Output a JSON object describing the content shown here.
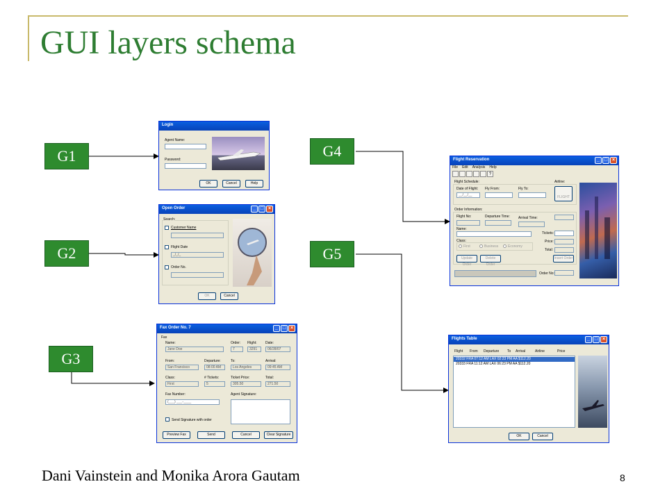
{
  "slide": {
    "title": "GUI layers schema",
    "footer": "Dani Vainstein and Monika Arora Gautam",
    "page_number": "8"
  },
  "layers": {
    "g1": "G1",
    "g2": "G2",
    "g3": "G3",
    "g4": "G4",
    "g5": "G5"
  },
  "login": {
    "title": "Login",
    "agent_name_label": "Agent Name:",
    "password_label": "Password:",
    "ok": "OK",
    "cancel": "Cancel",
    "help": "Help"
  },
  "open_order": {
    "title": "Open Order",
    "search_label": "Search:",
    "customer_name": "Customer Name",
    "flight_date": "Flight Date",
    "flight_date_value": "_/_/_",
    "order_no": "Order No.",
    "ok": "OK",
    "cancel": "Cancel"
  },
  "fax_order": {
    "title": "Fax Order No. 7",
    "group": "Fax",
    "name_label": "Name:",
    "name_value": "Jane Doe",
    "order_label": "Order:",
    "order_value": "7",
    "flight_label": "Flight:",
    "flight_value": "3291",
    "date_label": "Date:",
    "date_value": "06/28/07",
    "from_label": "From:",
    "from_value": "San Francisco",
    "departure_label": "Departure:",
    "departure_value": "08:00 AM",
    "to_label": "To:",
    "to_value": "Los Angeles",
    "arrival_label": "Arrival:",
    "arrival_value": "09:45 AM",
    "class_label": "Class:",
    "class_value": "First",
    "tickets_label": "# Tickets:",
    "tickets_value": "5",
    "ticket_price_label": "Ticket Price:",
    "ticket_price_value": "305.50",
    "total_label": "Total:",
    "total_value": "271.50",
    "fax_number_label": "Fax Number:",
    "fax_number_value": "(___) ___-____",
    "agent_signature_label": "Agent Signature:",
    "send_signature": "Send Signature with order",
    "preview_fax": "Preview Fax",
    "send": "Send",
    "cancel": "Cancel",
    "clear_signature": "Clear Signature"
  },
  "flight_reservation": {
    "title": "Flight Reservation",
    "menu": [
      "File",
      "Edit",
      "Analysis",
      "Help"
    ],
    "schedule_group": "Flight Schedule:",
    "date_of_flight_label": "Date of Flight:",
    "date_of_flight_value": "__/__/__",
    "fly_from_label": "Fly From:",
    "fly_to_label": "Fly To:",
    "flights_button": "FLIGHT",
    "airline_label": "Airline:",
    "order_info_group": "Order Information:",
    "flight_no_label": "Flight No:",
    "departure_time_label": "Departure Time:",
    "arrival_time_label": "Arrival Time:",
    "name_label": "Name:",
    "tickets_label": "Tickets:",
    "price_label": "Price:",
    "total_label": "Total:",
    "class_label": "Class:",
    "class_first": "First",
    "class_business": "Business",
    "class_economy": "Economy",
    "update_order": "Update Order",
    "delete_order": "Delete Order",
    "insert_order": "Insert Order",
    "order_no_label": "Order No:"
  },
  "flights_table": {
    "title": "Flights Table",
    "columns": [
      "Flight",
      "From",
      "Departure",
      "To",
      "Arrival",
      "Airline",
      "Price"
    ],
    "rows": [
      {
        "text": "20332  FRA   07:12 AM   LAX  02:23 PM   AA    $112.20",
        "selected": true
      },
      {
        "text": "20333  FRA   11:12 AM   LAX  06:23 PM   AA    $112.20",
        "selected": false
      }
    ],
    "ok": "OK",
    "cancel": "Cancel"
  },
  "colors": {
    "title": "#2e7d32",
    "accent_bar": "#c8b96a",
    "layer_box": "#2e8b2e",
    "titlebar": "#0a5fe0"
  },
  "icons": [
    "minimize-icon",
    "maximize-icon",
    "close-icon",
    "airplane-image",
    "magnifier-image",
    "city-image"
  ]
}
